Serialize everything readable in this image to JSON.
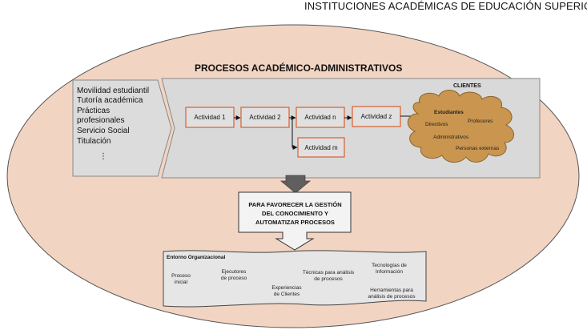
{
  "header": {
    "title": "INSTITUCIONES ACADÉMICAS DE EDUCACIÓN SUPERIOR"
  },
  "processes": {
    "title": "PROCESOS ACADÉMICO-ADMINISTRATIVOS",
    "list": [
      "Movilidad estudiantil",
      "Tutoría académica",
      "Prácticas",
      "profesionales",
      "Servicio Social",
      "Titulación",
      "⋮"
    ],
    "activities": {
      "a1": "Actividad 1",
      "a2": "Actividad 2",
      "an": "Actividad n",
      "am": "Actividad m",
      "az": "Actividad z"
    }
  },
  "clients": {
    "title": "CLIENTES",
    "items": {
      "estudiantes": "Estudiantes",
      "directivos": "Directivos",
      "profesores": "Profesores",
      "administrativos": "Administrativos",
      "externas": "Personas externas"
    }
  },
  "favor": {
    "line1": "PARA FAVORECER LA GESTIÓN",
    "line2": "DEL CONOCIMIENTO Y",
    "line3": "AUTOMATIZAR PROCESOS"
  },
  "environment": {
    "title": "Entorno Organizacional",
    "proceso_1": "Proceso",
    "proceso_2": "inicial",
    "ejecutores_1": "Ejecutores",
    "ejecutores_2": "de proceso",
    "experiencias_1": "Experiencias",
    "experiencias_2": "de Clientes",
    "tecnicas_1": "Técnicas para análisis",
    "tecnicas_2": "de procesos",
    "tecnologias_1": "Tecnologías de",
    "tecnologias_2": "Información",
    "herramientas_1": "Herramientas para",
    "herramientas_2": "análisis de procesos"
  },
  "colors": {
    "ellipse": "#f2d4c2",
    "panel": "#d9d9d9",
    "activity_border": "#d86030",
    "cloud": "#c9954f",
    "favor_box": "#f3f3f3",
    "arrow_down": "#5f5f5f"
  }
}
